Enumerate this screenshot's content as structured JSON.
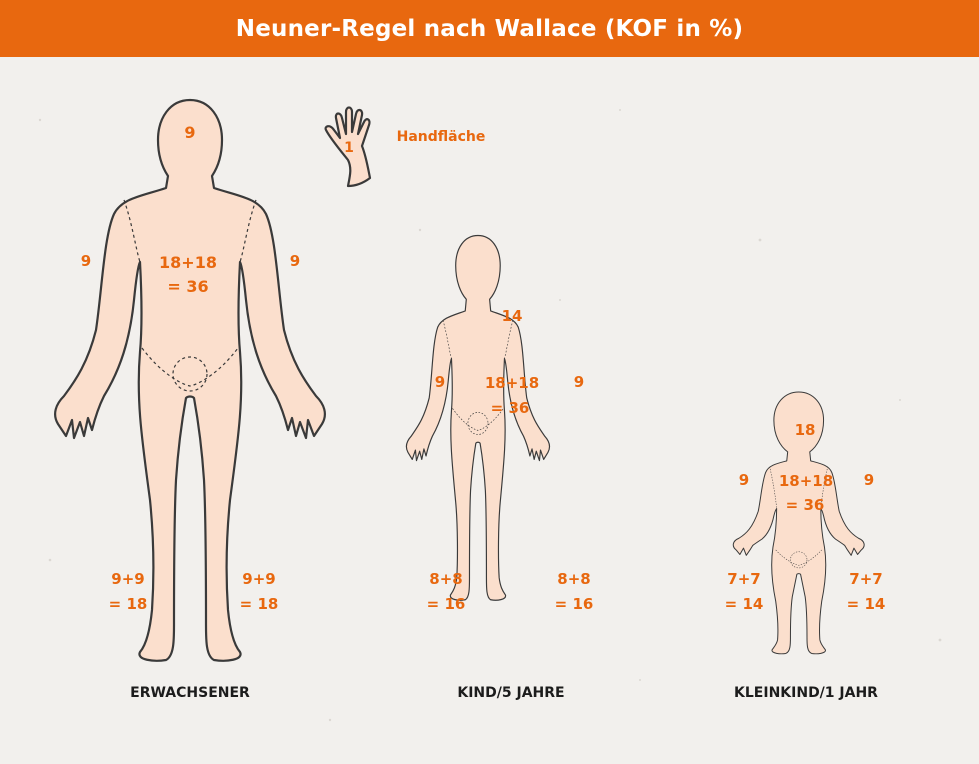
{
  "title": "Neuner-Regel nach Wallace (KOF in %)",
  "hand": {
    "value": "1",
    "label": "Handfläche"
  },
  "adult": {
    "caption": "ERWACHSENER",
    "head": "9",
    "arm_left": "9",
    "arm_right": "9",
    "trunk_line1": "18+18",
    "trunk_line2": "= 36",
    "leg_left_line1": "9+9",
    "leg_left_line2": "= 18",
    "leg_right_line1": "9+9",
    "leg_right_line2": "= 18"
  },
  "child": {
    "caption": "KIND/5 JAHRE",
    "head": "14",
    "arm_left": "9",
    "arm_right": "9",
    "trunk_line1": "18+18",
    "trunk_line2": "= 36",
    "leg_left_line1": "8+8",
    "leg_left_line2": "= 16",
    "leg_right_line1": "8+8",
    "leg_right_line2": "= 16"
  },
  "infant": {
    "caption": "KLEINKIND/1 JAHR",
    "head": "18",
    "arm_left": "9",
    "arm_right": "9",
    "trunk_line1": "18+18",
    "trunk_line2": "= 36",
    "leg_left_line1": "7+7",
    "leg_left_line2": "= 14",
    "leg_right_line1": "7+7",
    "leg_right_line2": "= 14"
  },
  "colors": {
    "accent": "#e8680f",
    "skin": "#fbdfcd",
    "outline": "#3a3a3a",
    "background": "#f2f0ed"
  }
}
